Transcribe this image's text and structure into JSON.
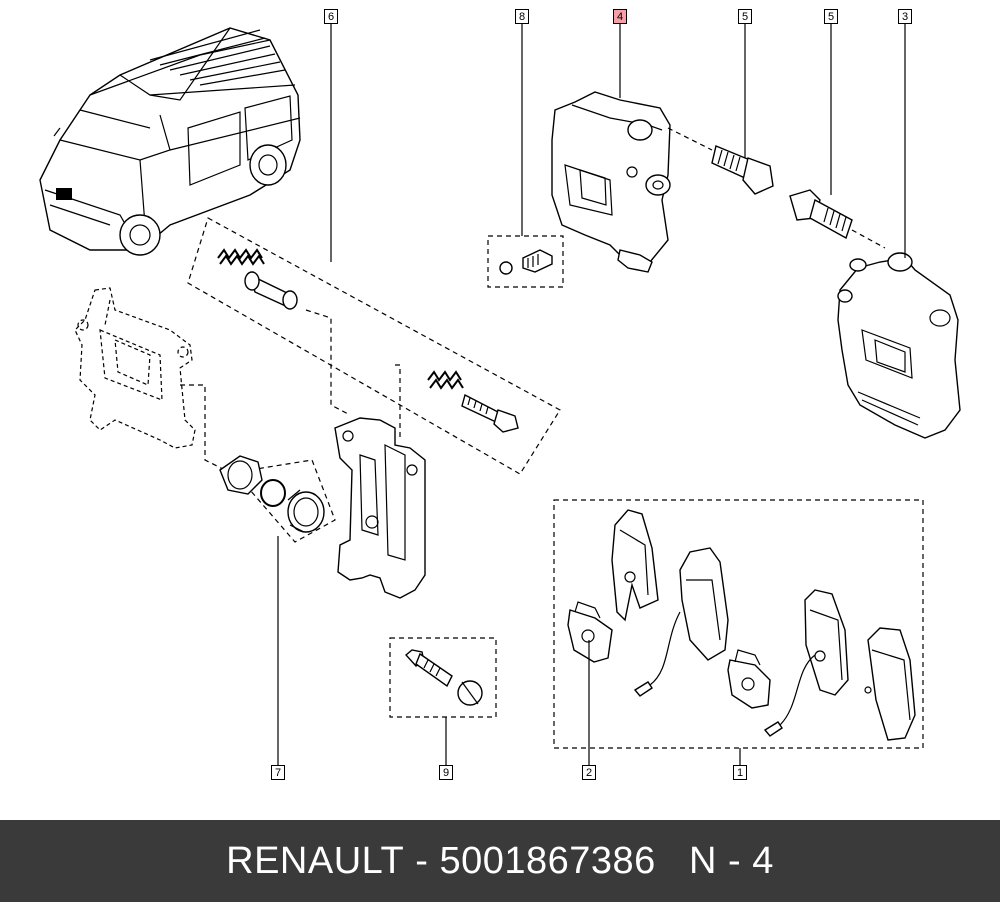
{
  "callouts": [
    {
      "id": "c6",
      "label": "6"
    },
    {
      "id": "c8",
      "label": "8"
    },
    {
      "id": "c4",
      "label": "4",
      "highlight": true
    },
    {
      "id": "c5a",
      "label": "5"
    },
    {
      "id": "c5b",
      "label": "5"
    },
    {
      "id": "c3",
      "label": "3"
    },
    {
      "id": "c7",
      "label": "7"
    },
    {
      "id": "c9",
      "label": "9"
    },
    {
      "id": "c2",
      "label": "2"
    },
    {
      "id": "c1",
      "label": "1"
    }
  ],
  "footer": {
    "brand": "RENAULT",
    "separator": " - ",
    "part_number": "5001867386",
    "position_code": "N - 4"
  },
  "colors": {
    "highlight": "#f4a0a6",
    "footer_bg": "#3a3a3a",
    "footer_text": "#ffffff",
    "line": "#000000"
  }
}
